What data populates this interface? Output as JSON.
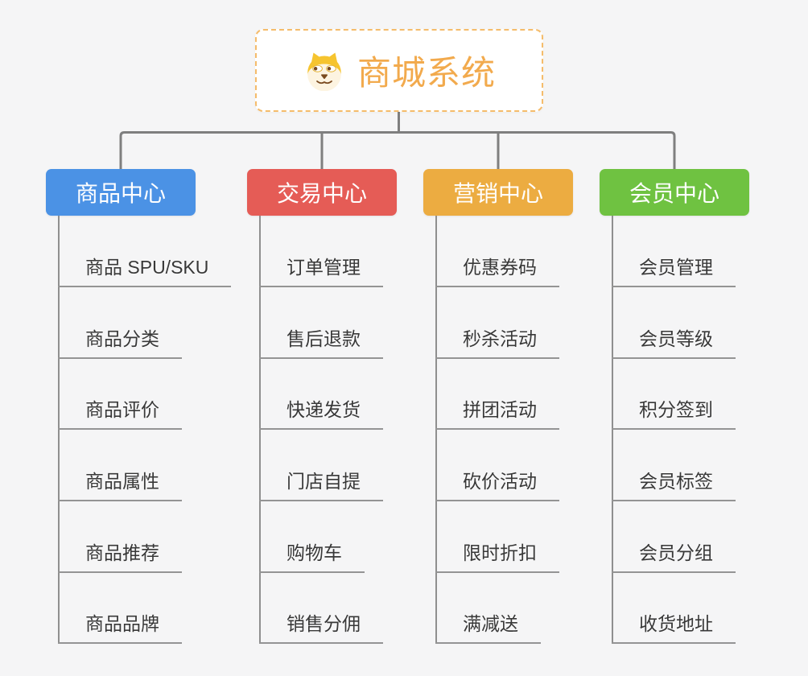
{
  "root": {
    "label": "商城系统",
    "icon": "dog-face-icon",
    "text_color": "#f2aa4d",
    "border_color": "#f5bc6b"
  },
  "connector_color": "#7f7f7f",
  "branches": [
    {
      "label": "商品中心",
      "color": "#4b92e5",
      "items": [
        "商品 SPU/SKU",
        "商品分类",
        "商品评价",
        "商品属性",
        "商品推荐",
        "商品品牌"
      ]
    },
    {
      "label": "交易中心",
      "color": "#e55c56",
      "items": [
        "订单管理",
        "售后退款",
        "快递发货",
        "门店自提",
        "购物车",
        "销售分佣"
      ]
    },
    {
      "label": "营销中心",
      "color": "#ecac41",
      "items": [
        "优惠券码",
        "秒杀活动",
        "拼团活动",
        "砍价活动",
        "限时折扣",
        "满减送"
      ]
    },
    {
      "label": "会员中心",
      "color": "#6fc241",
      "items": [
        "会员管理",
        "会员等级",
        "积分签到",
        "会员标签",
        "会员分组",
        "收货地址"
      ]
    }
  ]
}
